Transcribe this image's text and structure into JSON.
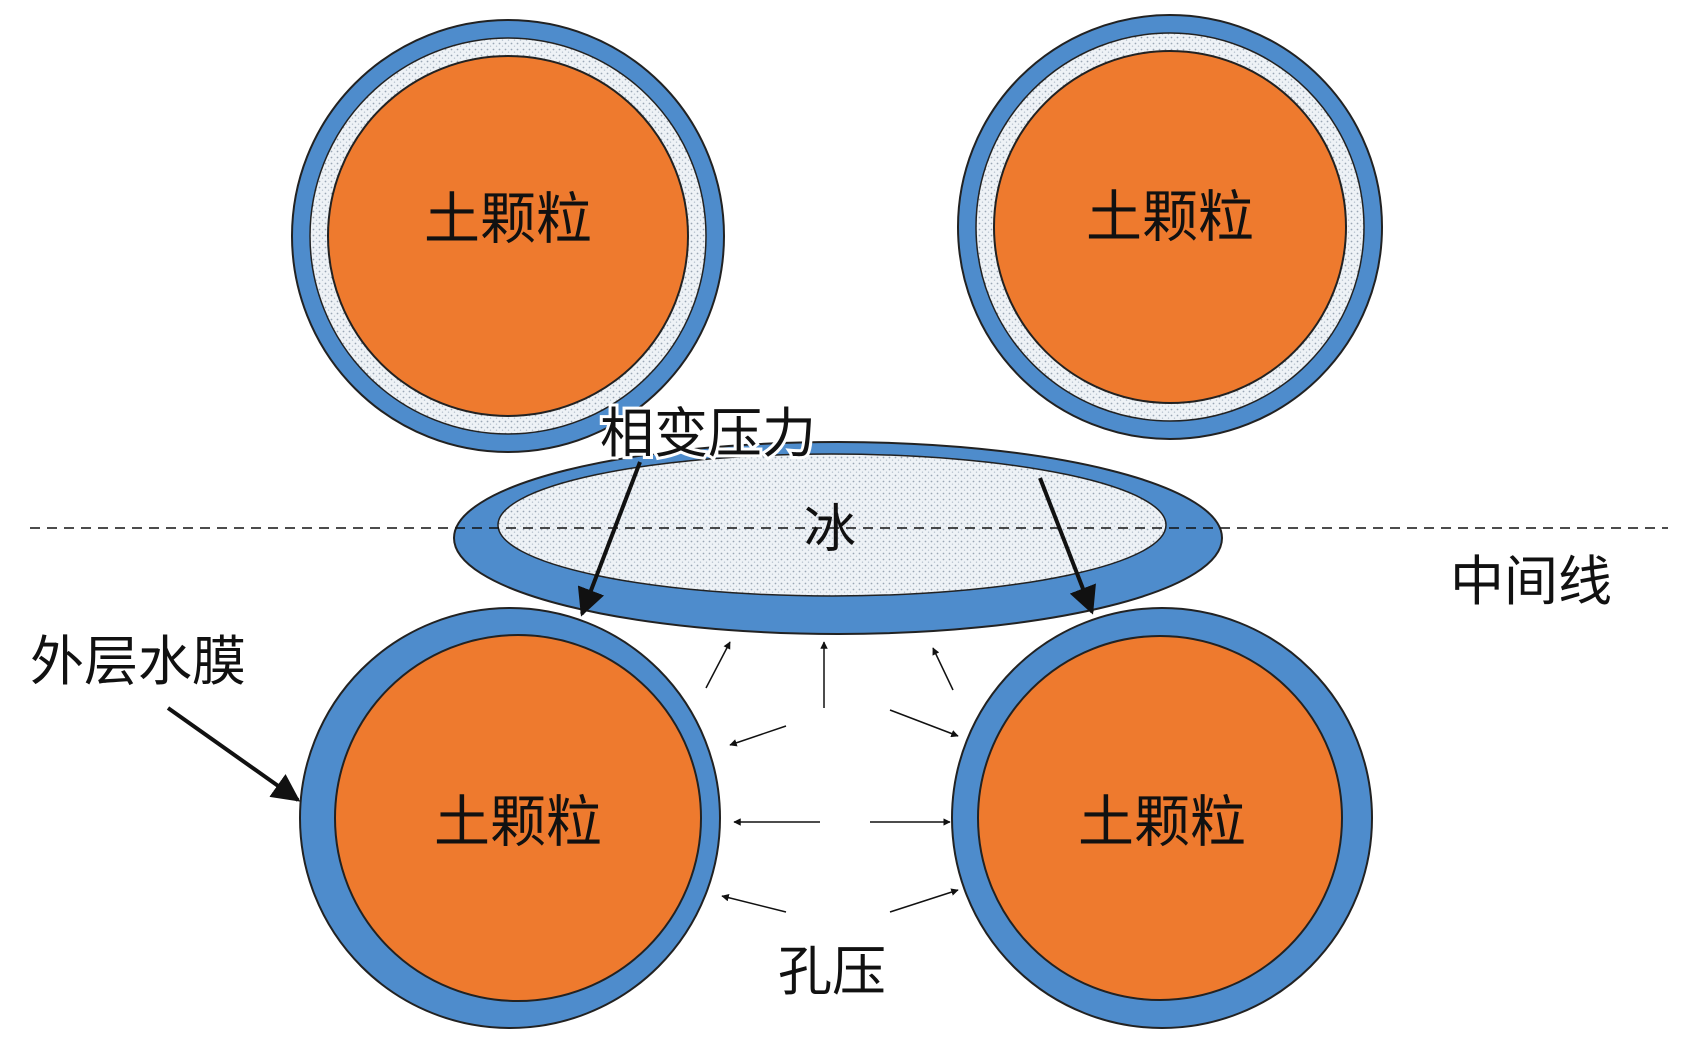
{
  "labels": {
    "soil_particle": "土颗粒",
    "phase_change_pressure": "相变压力",
    "ice": "冰",
    "midline": "中间线",
    "outer_water_film": "外层水膜",
    "pore_pressure": "孔压"
  },
  "colors": {
    "particle": "#ee7a2e",
    "water_film": "#4e8ccc",
    "ice_fill": "#e7edf3",
    "outline": "#222222",
    "arrow": "#111111",
    "background": "#ffffff"
  }
}
